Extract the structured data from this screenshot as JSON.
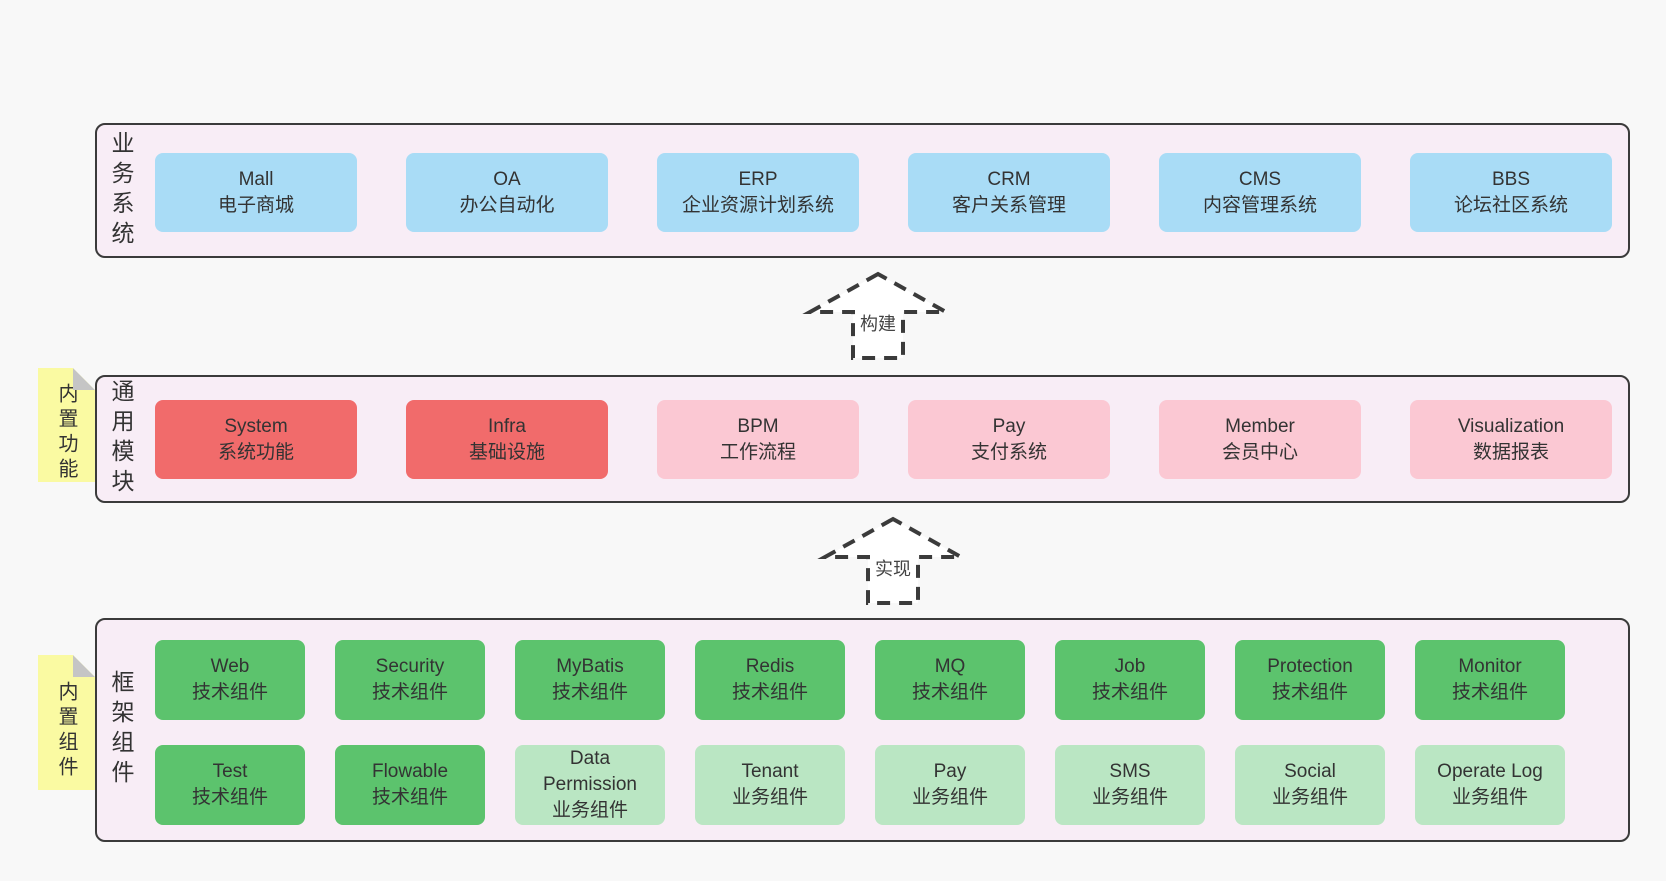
{
  "colors": {
    "page-bg": "#f8f8f8",
    "panel-bg": "#f8edf6",
    "line": "#3b3b3b",
    "text": "#333333",
    "blue": "#a9dcf6",
    "red": "#f16b6b",
    "pink": "#fbc8d3",
    "green": "#5cc36d",
    "green-light": "#bae6c3",
    "yellow": "#fafaa2",
    "fold": "#c5c5c5"
  },
  "arrows": [
    {
      "label": "构建"
    },
    {
      "label": "实现"
    }
  ],
  "sections": {
    "business": {
      "label": "业务系统",
      "items": [
        {
          "name": "Mall",
          "desc": "电子商城",
          "variant": "blue"
        },
        {
          "name": "OA",
          "desc": "办公自动化",
          "variant": "blue"
        },
        {
          "name": "ERP",
          "desc": "企业资源计划系统",
          "variant": "blue"
        },
        {
          "name": "CRM",
          "desc": "客户关系管理",
          "variant": "blue"
        },
        {
          "name": "CMS",
          "desc": "内容管理系统",
          "variant": "blue"
        },
        {
          "name": "BBS",
          "desc": "论坛社区系统",
          "variant": "blue"
        }
      ]
    },
    "modules": {
      "label": "通用模块",
      "tag": "内置功能",
      "items": [
        {
          "name": "System",
          "desc": "系统功能",
          "variant": "red"
        },
        {
          "name": "Infra",
          "desc": "基础设施",
          "variant": "red"
        },
        {
          "name": "BPM",
          "desc": "工作流程",
          "variant": "pink"
        },
        {
          "name": "Pay",
          "desc": "支付系统",
          "variant": "pink"
        },
        {
          "name": "Member",
          "desc": "会员中心",
          "variant": "pink"
        },
        {
          "name": "Visualization",
          "desc": "数据报表",
          "variant": "pink"
        }
      ]
    },
    "components": {
      "label": "框架组件",
      "tag": "内置组件",
      "rows": [
        [
          {
            "name": "Web",
            "desc": "技术组件",
            "variant": "green"
          },
          {
            "name": "Security",
            "desc": "技术组件",
            "variant": "green"
          },
          {
            "name": "MyBatis",
            "desc": "技术组件",
            "variant": "green"
          },
          {
            "name": "Redis",
            "desc": "技术组件",
            "variant": "green"
          },
          {
            "name": "MQ",
            "desc": "技术组件",
            "variant": "green"
          },
          {
            "name": "Job",
            "desc": "技术组件",
            "variant": "green"
          },
          {
            "name": "Protection",
            "desc": "技术组件",
            "variant": "green"
          },
          {
            "name": "Monitor",
            "desc": "技术组件",
            "variant": "green"
          }
        ],
        [
          {
            "name": "Test",
            "desc": "技术组件",
            "variant": "green"
          },
          {
            "name": "Flowable",
            "desc": "技术组件",
            "variant": "green"
          },
          {
            "name": "Data Permission",
            "desc": "业务组件",
            "variant": "green-light"
          },
          {
            "name": "Tenant",
            "desc": "业务组件",
            "variant": "green-light"
          },
          {
            "name": "Pay",
            "desc": "业务组件",
            "variant": "green-light"
          },
          {
            "name": "SMS",
            "desc": "业务组件",
            "variant": "green-light"
          },
          {
            "name": "Social",
            "desc": "业务组件",
            "variant": "green-light"
          },
          {
            "name": "Operate Log",
            "desc": "业务组件",
            "variant": "green-light"
          }
        ]
      ]
    }
  }
}
